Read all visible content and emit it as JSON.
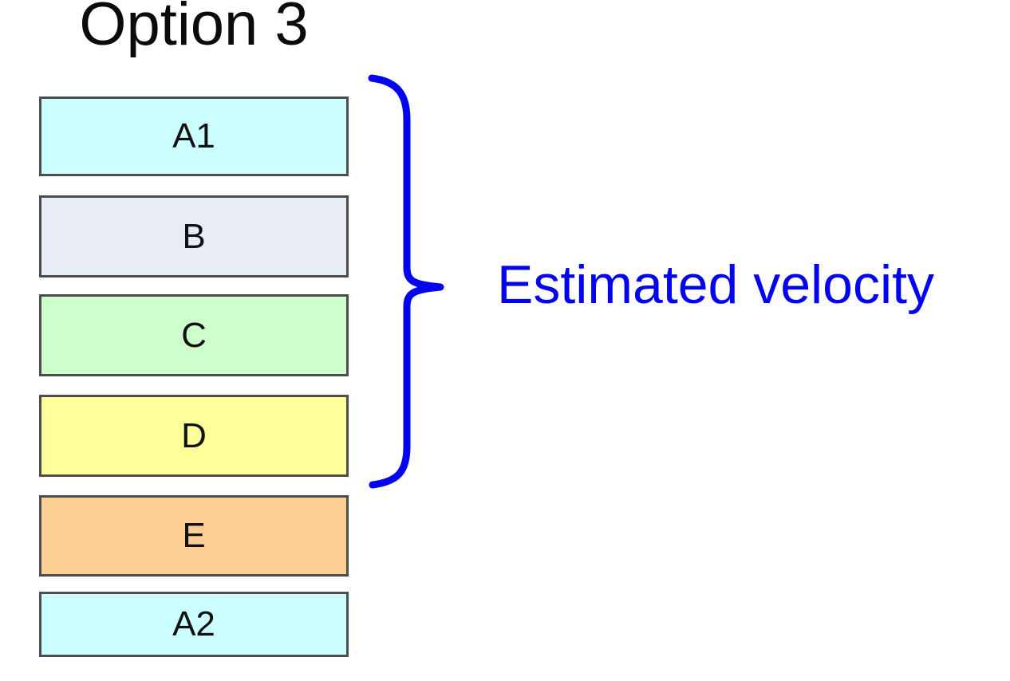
{
  "page": {
    "background": "#ffffff"
  },
  "title": {
    "text": "Option 3",
    "color": "#0b0b0b"
  },
  "diagram": {
    "box_border_color": "#4d4d4d",
    "boxes": [
      {
        "id": "A1",
        "label": "A1",
        "fill": "#ccffff"
      },
      {
        "id": "B",
        "label": "B",
        "fill": "#e7ecf6"
      },
      {
        "id": "C",
        "label": "C",
        "fill": "#ccffcc"
      },
      {
        "id": "D",
        "label": "D",
        "fill": "#ffff99"
      },
      {
        "id": "E",
        "label": "E",
        "fill": "#fdce94"
      },
      {
        "id": "A2",
        "label": "A2",
        "fill": "#ccffff"
      }
    ],
    "annotation": {
      "label": "Estimated velocity",
      "color": "#0303f0",
      "brace_color": "#0303f0",
      "covers_boxes": [
        "A1",
        "B",
        "C",
        "D"
      ]
    }
  }
}
